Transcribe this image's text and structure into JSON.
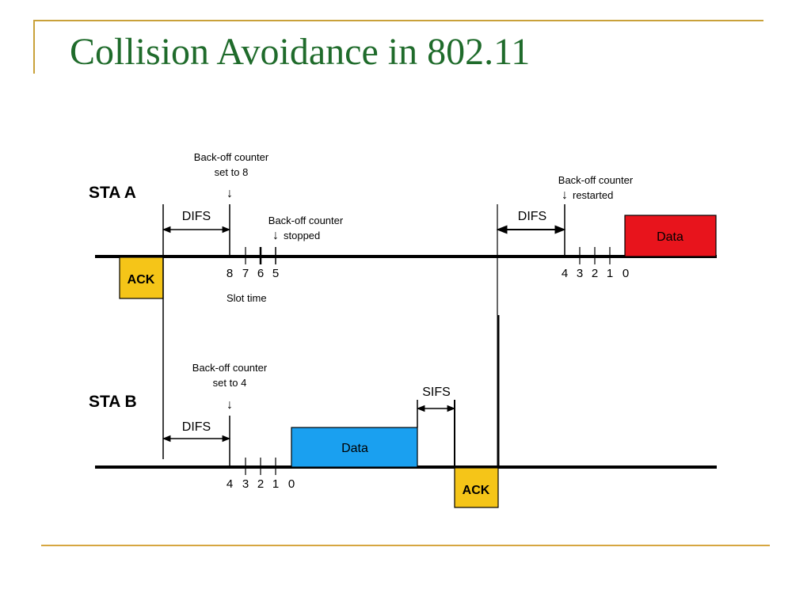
{
  "slide": {
    "title": "Collision Avoidance in 802.11"
  },
  "diagram": {
    "stations": {
      "sta_a": "STA A",
      "sta_b": "STA B"
    },
    "sta_a": {
      "backoff_set": [
        "Back-off counter",
        "set to 8"
      ],
      "backoff_stopped": [
        "Back-off counter",
        "stopped"
      ],
      "backoff_restarted": [
        "Back-off counter",
        "restarted"
      ],
      "difs_1": "DIFS",
      "difs_2": "DIFS",
      "ack_label": "ACK",
      "data_label": "Data",
      "slots_1": [
        "8",
        "7",
        "6",
        "5"
      ],
      "slot_caption": "Slot time",
      "slots_2": [
        "4",
        "3",
        "2",
        "1",
        "0"
      ]
    },
    "sta_b": {
      "backoff_set": [
        "Back-off counter",
        "set to 4"
      ],
      "difs": "DIFS",
      "sifs": "SIFS",
      "data_label": "Data",
      "ack_label": "ACK",
      "slots": [
        "4",
        "3",
        "2",
        "1",
        "0"
      ]
    },
    "colors": {
      "ack": "#f5c518",
      "data_a": "#e8141c",
      "data_b": "#1aa0f0",
      "title": "#1f6b2b",
      "rule": "#c9a13a"
    }
  }
}
